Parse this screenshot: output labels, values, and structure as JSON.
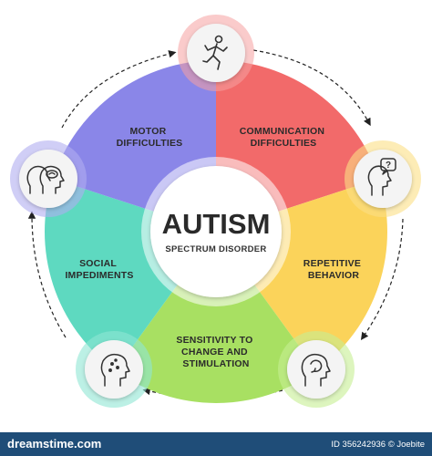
{
  "diagram": {
    "center": {
      "title": "AUTISM",
      "subtitle": "SPECTRUM DISORDER"
    },
    "segments": [
      {
        "lines": [
          "MOTOR",
          "DIFFICULTIES"
        ],
        "color": "#f26a6a",
        "icon": "running-person-icon"
      },
      {
        "lines": [
          "COMMUNICATION",
          "DIFFICULTIES"
        ],
        "color": "#fbd35a",
        "icon": "question-bubble-head-icon"
      },
      {
        "lines": [
          "REPETITIVE",
          "BEHAVIOR"
        ],
        "color": "#a8e062",
        "icon": "cycle-head-icon"
      },
      {
        "lines": [
          "SENSITIVITY TO",
          "CHANGE AND",
          "STIMULATION"
        ],
        "color": "#5ed9c0",
        "icon": "head-profile-icon"
      },
      {
        "lines": [
          "SOCIAL",
          "IMPEDIMENTS"
        ],
        "color": "#8a86e8",
        "icon": "two-heads-icon"
      }
    ]
  },
  "footer": {
    "brand": "dreamstime.com",
    "credit": "ID 356242936 © Joebite"
  }
}
